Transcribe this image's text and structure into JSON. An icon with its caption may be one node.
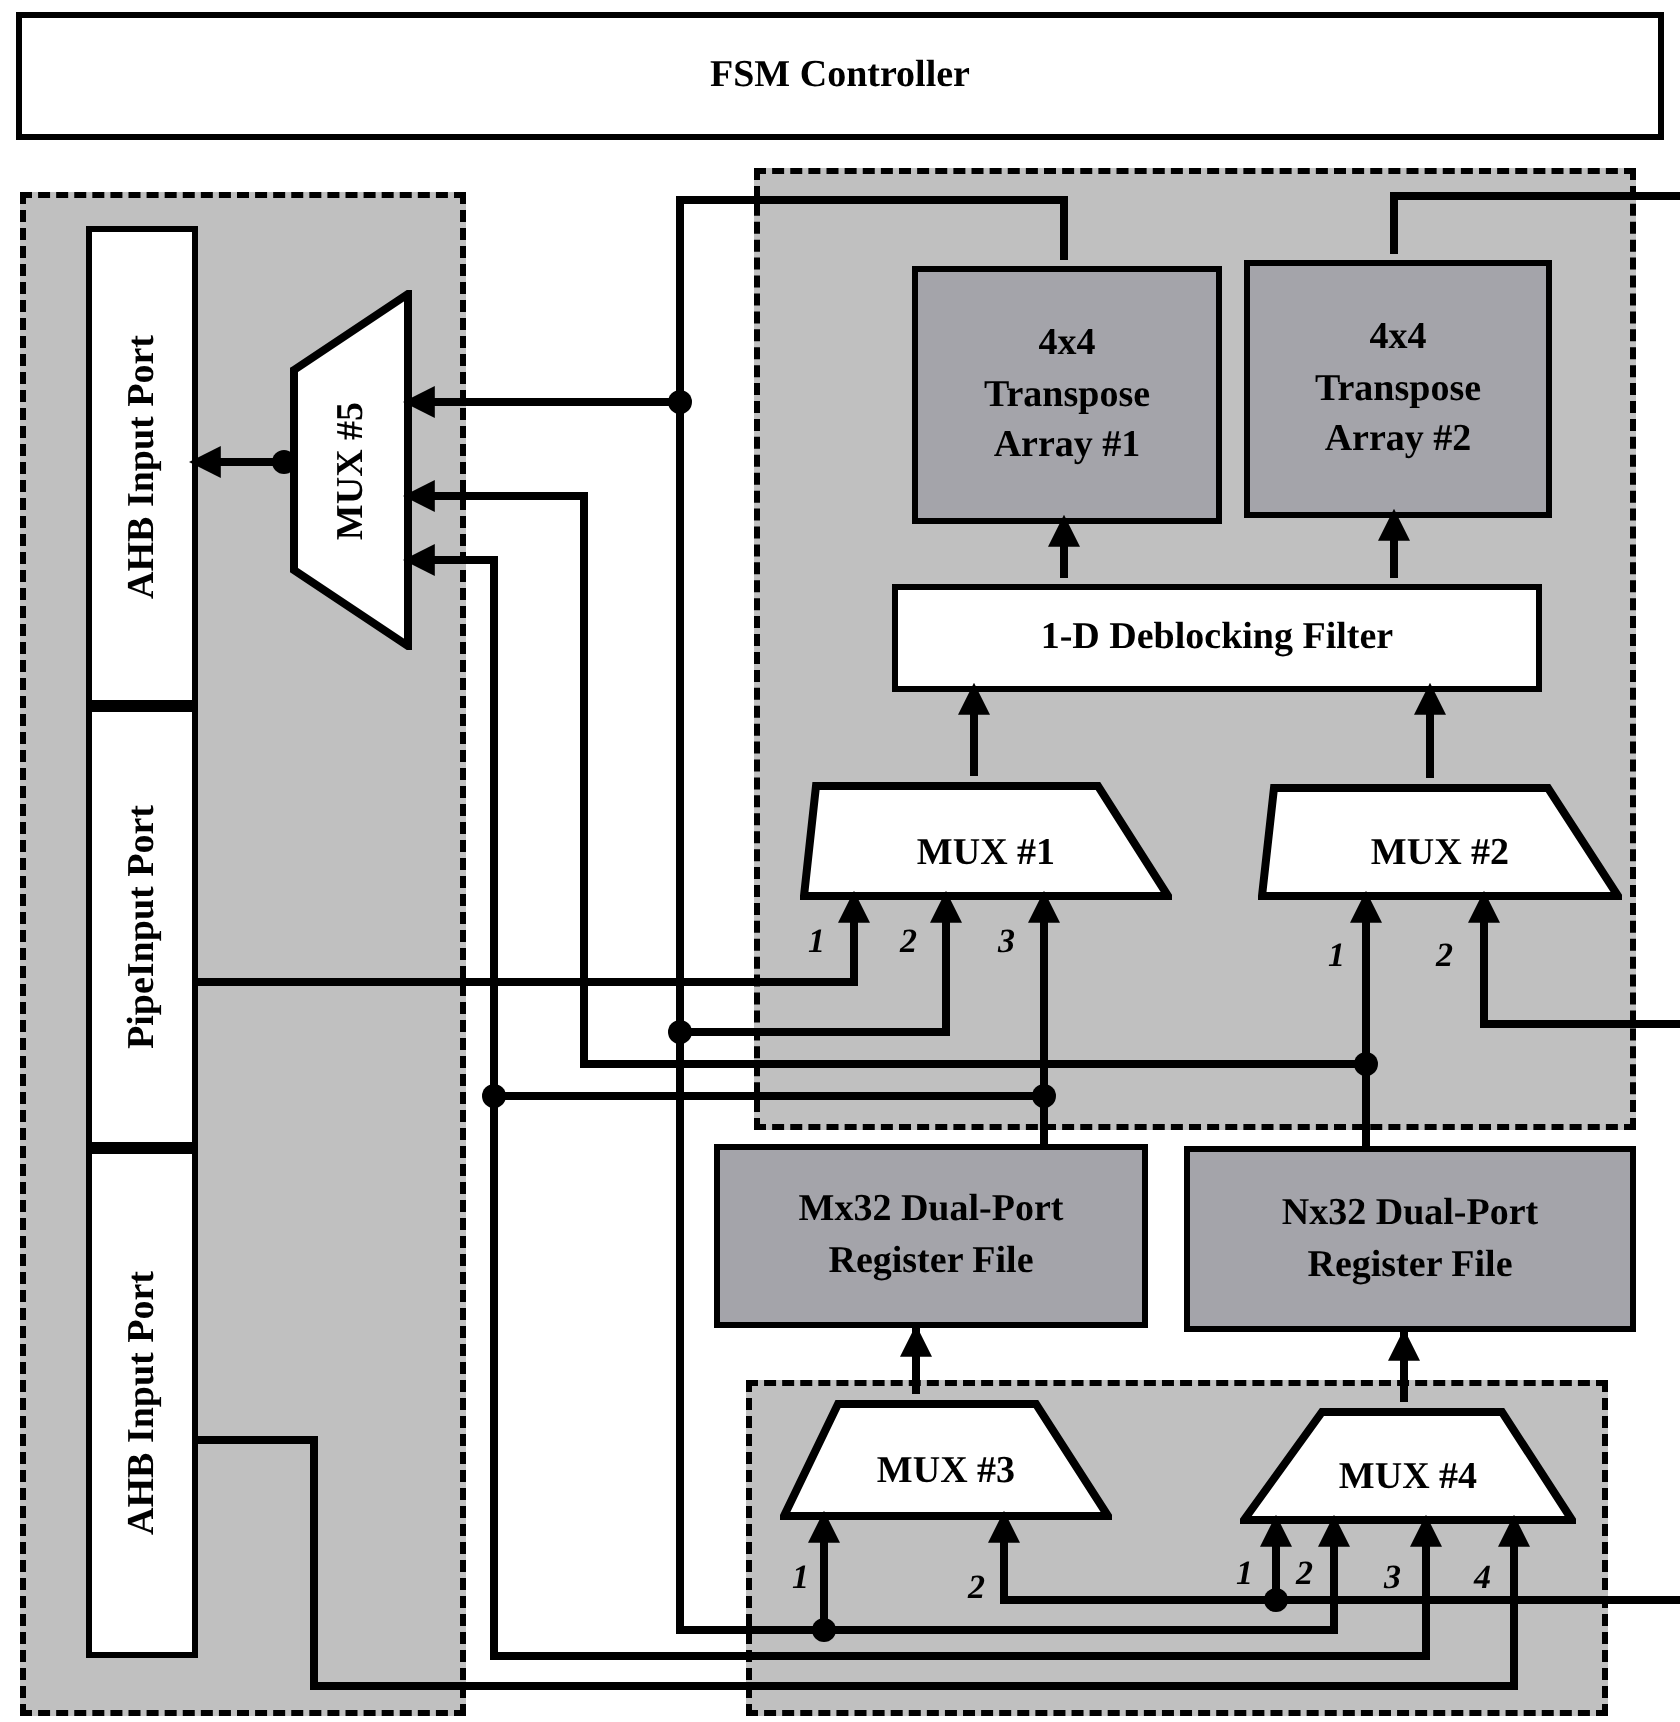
{
  "diagram": {
    "nodes": [
      {
        "text": [
          "FSM Controller"
        ]
      },
      {
        "text": [],
        "shape": "box"
      },
      {
        "text": [
          "AHB Input Port"
        ],
        "in": 1
      },
      {
        "text": [
          "PipeInput Port"
        ],
        "in": 1
      },
      {
        "text": [
          "AHB Input Port"
        ],
        "in": 1
      },
      {
        "text": [
          "MUX #5"
        ],
        "in": 1
      },
      {
        "text": [],
        "shape": "box"
      },
      {
        "text": [
          "4x4 Transpose Array #1"
        ],
        "in": 6
      },
      {
        "text": [
          "4x4 Transpose Array #2"
        ],
        "in": 6
      },
      {
        "text": [
          "1-D Deblocking Filter"
        ],
        "in": 6
      },
      {
        "text": [
          "MUX #1"
        ],
        "in": 6
      },
      {
        "text": [
          "MUX #2"
        ],
        "in": 6
      },
      {
        "text": [
          "Mx32 Dual-Port Register File"
        ]
      },
      {
        "text": [
          "Nx32 Dual-Port Register File"
        ]
      },
      {
        "text": [],
        "shape": "box"
      },
      {
        "text": [
          "MUX #3"
        ],
        "in": 14
      },
      {
        "text": [
          "MUX #4"
        ],
        "in": 14
      }
    ],
    "edges": [
      {
        "from": 5,
        "to": 2,
        "arrow": "to"
      },
      {
        "from": 7,
        "to": 5,
        "arrow": "to"
      },
      {
        "from": 7,
        "to": 10,
        "arrow": "to"
      },
      {
        "from": 7,
        "to": 15,
        "arrow": "to"
      },
      {
        "from": 7,
        "to": 16,
        "arrow": "to"
      },
      {
        "from": 13,
        "to": 5,
        "arrow": "to"
      },
      {
        "from": 13,
        "to": 11,
        "arrow": "to"
      },
      {
        "from": 12,
        "to": 5,
        "arrow": "to"
      },
      {
        "from": 12,
        "to": 10,
        "arrow": "to"
      },
      {
        "from": 12,
        "to": 16,
        "arrow": "to"
      },
      {
        "from": 3,
        "to": 10,
        "arrow": "to"
      },
      {
        "from": 4,
        "to": 16,
        "arrow": "to"
      },
      {
        "from": 8,
        "to": null,
        "arrow": "none"
      },
      {
        "from": null,
        "to": 11,
        "arrow": "to"
      },
      {
        "from": null,
        "to": 15,
        "arrow": "to"
      },
      {
        "from": null,
        "to": 16,
        "arrow": "to"
      },
      {
        "from": 10,
        "to": 9,
        "arrow": "to"
      },
      {
        "from": 11,
        "to": 9,
        "arrow": "to"
      },
      {
        "from": 9,
        "to": 7,
        "arrow": "to"
      },
      {
        "from": 9,
        "to": 8,
        "arrow": "to"
      },
      {
        "from": 15,
        "to": 12,
        "arrow": "to"
      },
      {
        "from": 16,
        "to": 13,
        "arrow": "to"
      }
    ],
    "labels": [
      "1",
      "2",
      "3",
      "1",
      "2",
      "1",
      "2",
      "1",
      "2",
      "3",
      "4"
    ]
  }
}
